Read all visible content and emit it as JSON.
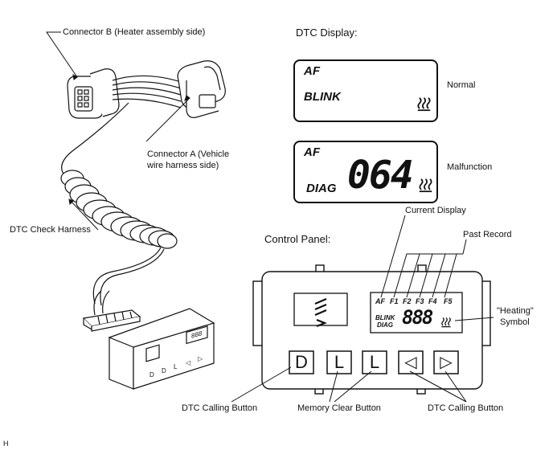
{
  "labels": {
    "connector_b": "Connector B (Heater assembly side)",
    "dtc_display_title": "DTC Display:",
    "normal": "Normal",
    "connector_a_line1": "Connector A (Vehicle",
    "connector_a_line2": "wire harness side)",
    "malfunction": "Malfunction",
    "dtc_check_harness": "DTC Check Harness",
    "current_display": "Current Display",
    "control_panel_title": "Control Panel:",
    "past_record": "Past Record",
    "heating_symbol_line1": "\"Heating\"",
    "heating_symbol_line2": "Symbol",
    "dtc_calling_button_left": "DTC Calling Button",
    "memory_clear_button": "Memory Clear Button",
    "dtc_calling_button_right": "DTC Calling Button",
    "corner_mark": "H"
  },
  "lcd_normal": {
    "line1": "AF",
    "line2": "BLINK"
  },
  "lcd_malfunction": {
    "line1": "AF",
    "line2": "DIAG",
    "code": "064"
  },
  "panel_lcd": {
    "slots": [
      "AF",
      "F1",
      "F2",
      "F3",
      "F4",
      "F5"
    ],
    "line_blink": "BLINK",
    "line_diag": "DIAG",
    "digits": "888"
  },
  "panel_buttons": [
    "D",
    "L",
    "L",
    "◁",
    "▷"
  ],
  "small_panel": {
    "digits": "888",
    "buttons": [
      "D",
      "D",
      "L",
      "◁",
      "▷"
    ]
  },
  "icons": [
    "heating-symbol-icon",
    "fan-icon",
    "connector-icon"
  ]
}
